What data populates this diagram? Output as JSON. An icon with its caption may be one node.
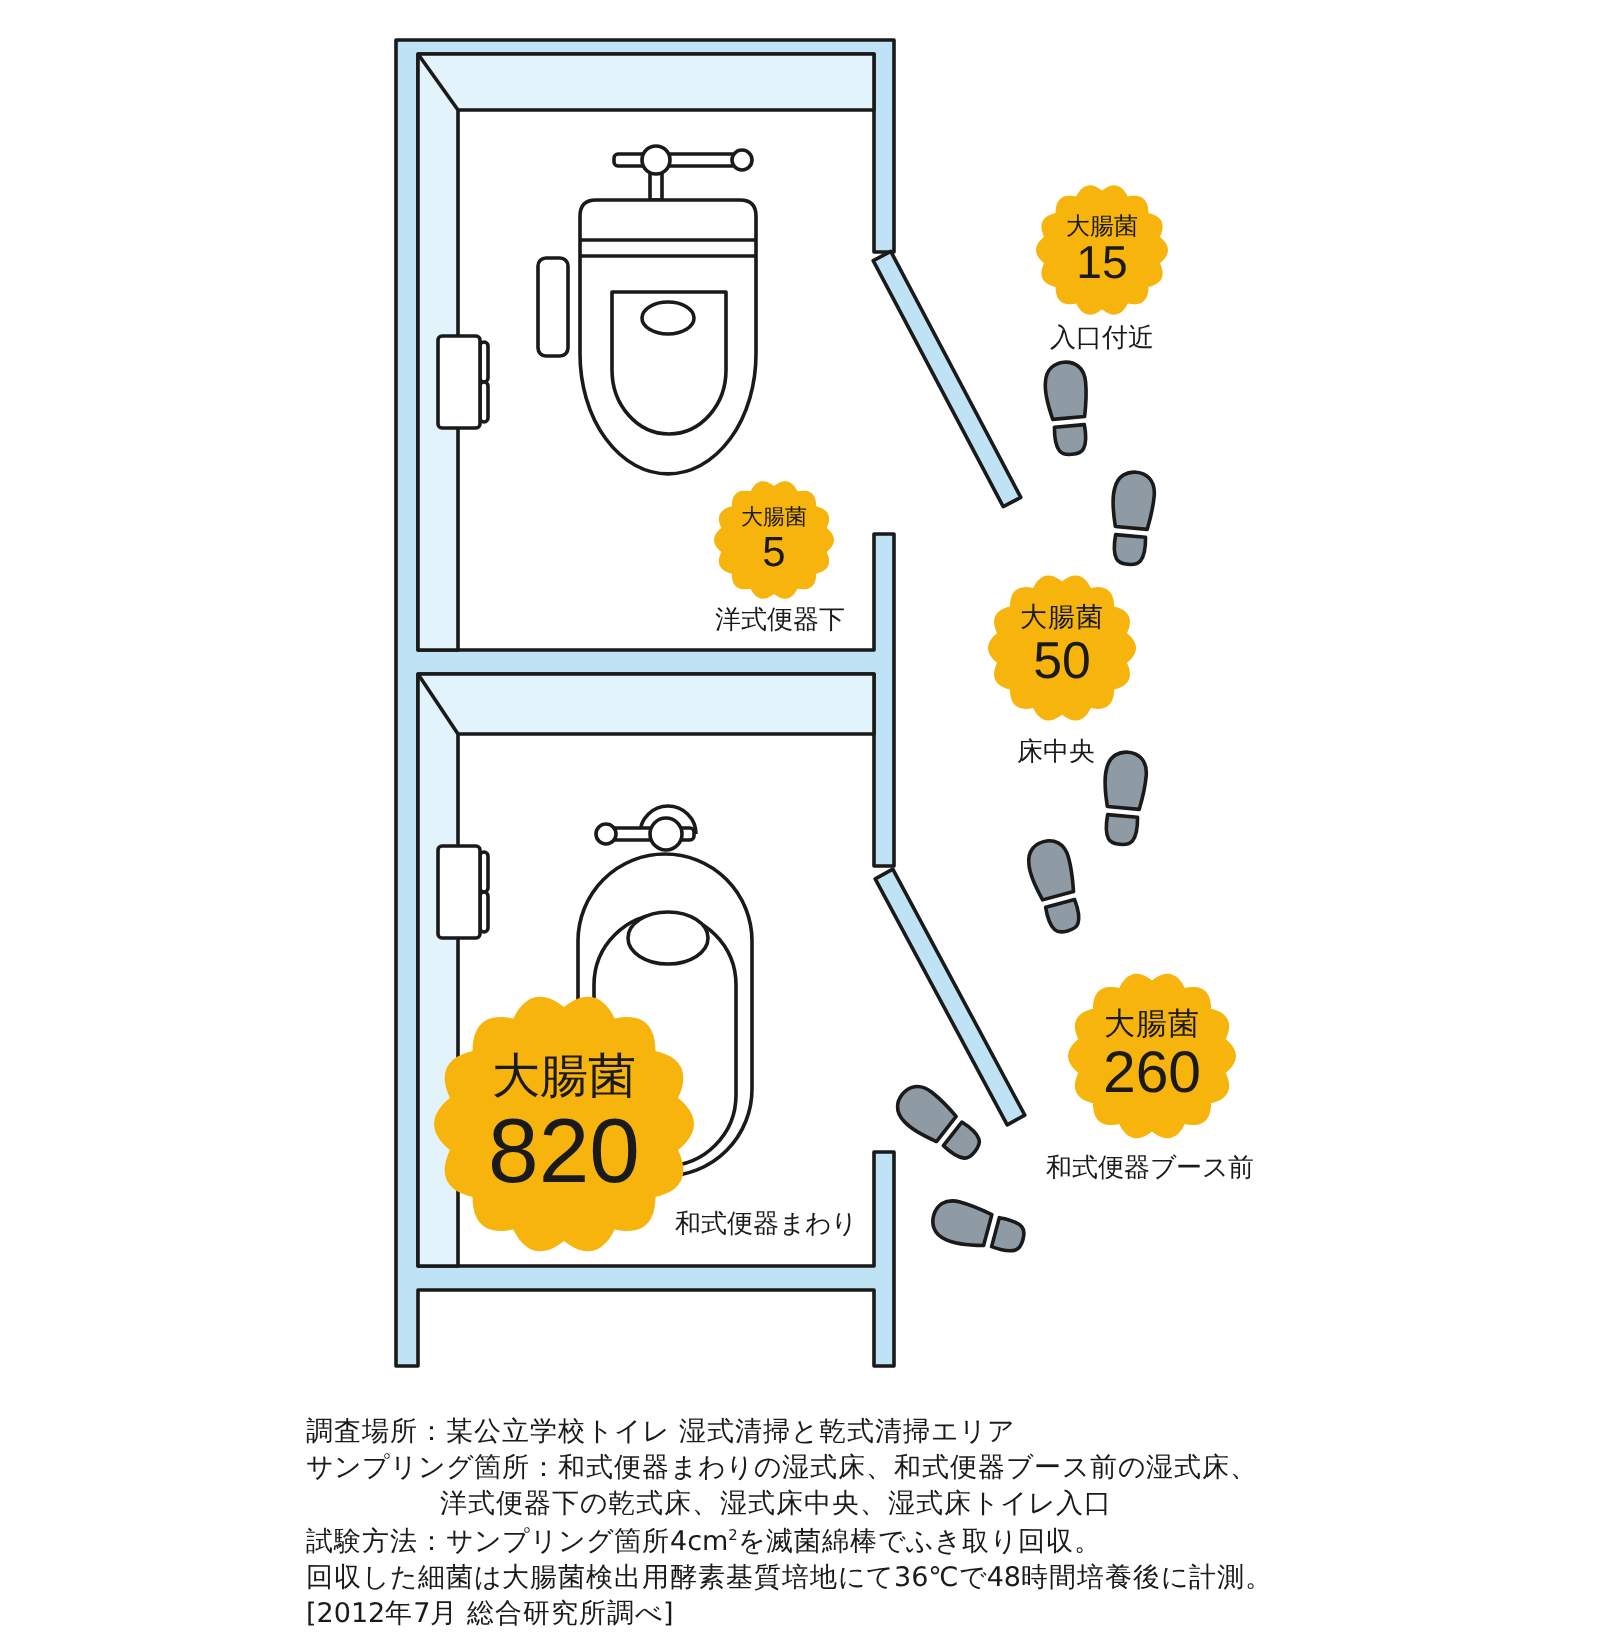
{
  "diagram": {
    "nodes": [
      {
        "text": [
          "大腸菌",
          "15"
        ],
        "beside": [
          "入口付近"
        ]
      },
      {
        "text": [
          "大腸菌",
          "5"
        ],
        "beside": [
          "洋式便器下"
        ]
      },
      {
        "text": [
          "大腸菌",
          "50"
        ],
        "beside": [
          "床中央"
        ]
      },
      {
        "text": [
          "大腸菌",
          "820"
        ],
        "beside": [
          "和式便器まわり"
        ]
      },
      {
        "text": [
          "大腸菌",
          "260"
        ],
        "beside": [
          "和式便器ブース前"
        ]
      }
    ],
    "labels": [
      "調査場所：某公立学校トイレ 湿式清掃と乾式清掃エリア",
      "サンプリング箇所：和式便器まわりの湿式床、和式便器ブース前の湿式床、洋式便器下の乾式床、湿式床中央、湿式床トイレ入口",
      "試験方法：サンプリング箇所4cm$^{2}$を滅菌綿棒でふき取り回収。",
      "回収した細菌は大腸菌検出用酵素基質培地にて36℃で48時間培養後に計測。",
      "[2012年7月 総合研究所調べ]"
    ]
  }
}
